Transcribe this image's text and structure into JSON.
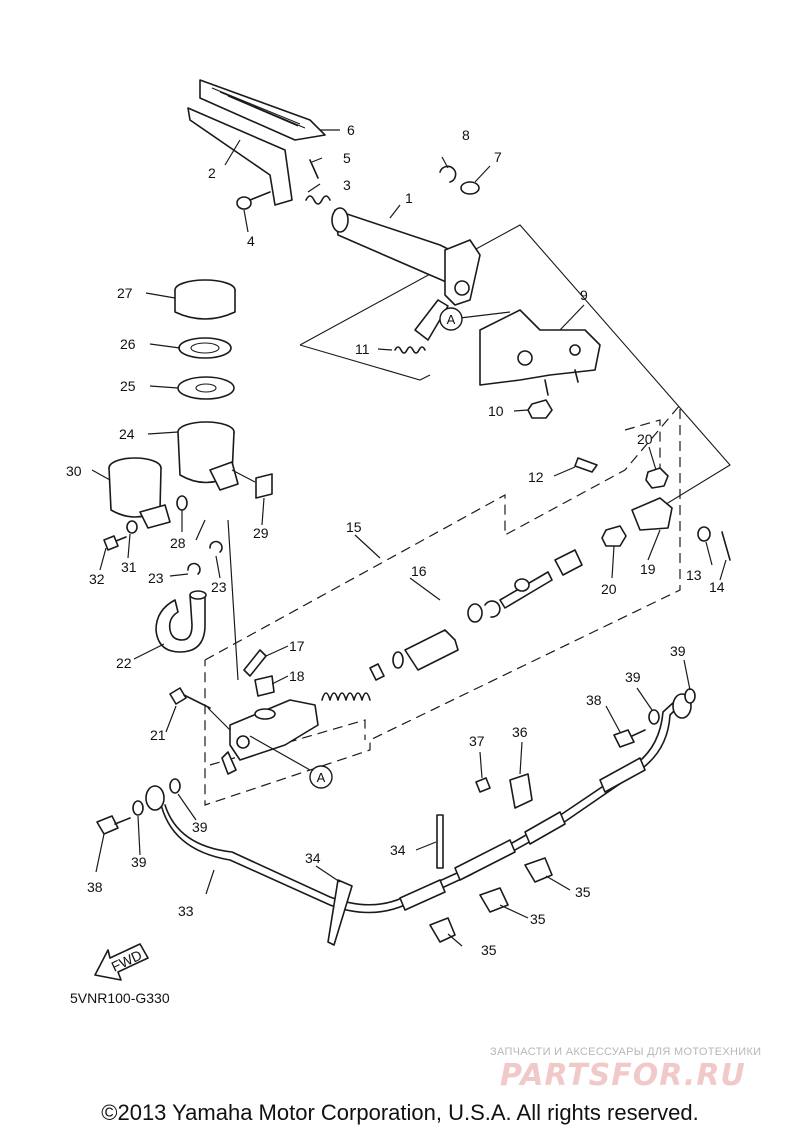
{
  "diagram": {
    "callouts": {
      "c1": "1",
      "c2": "2",
      "c3": "3",
      "c4": "4",
      "c5": "5",
      "c6": "6",
      "c7": "7",
      "c8": "8",
      "c9": "9",
      "c10": "10",
      "c11": "11",
      "c12": "12",
      "c13": "13",
      "c14": "14",
      "c15": "15",
      "c16": "16",
      "c17": "17",
      "c18": "18",
      "c19": "19",
      "c20a": "20",
      "c20b": "20",
      "c21": "21",
      "c22": "22",
      "c23a": "23",
      "c23b": "23",
      "c24": "24",
      "c25": "25",
      "c26": "26",
      "c27": "27",
      "c28": "28",
      "c29": "29",
      "c30": "30",
      "c31": "31",
      "c32": "32",
      "c33": "33",
      "c34a": "34",
      "c34b": "34",
      "c35a": "35",
      "c35b": "35",
      "c35c": "35",
      "c36": "36",
      "c37": "37",
      "c38a": "38",
      "c38b": "38",
      "c39a": "39",
      "c39b": "39",
      "c39c": "39",
      "c39d": "39"
    },
    "reference_marks": {
      "ref_a1": "A",
      "ref_a2": "A"
    },
    "fwd_label": "FWD",
    "diagram_code": "5VNR100-G330"
  },
  "watermark": {
    "tagline": "ЗАПЧАСТИ И АКСЕССУАРЫ ДЛЯ МОТОТЕХНИКИ",
    "brand": "PARTSFOR.RU"
  },
  "footer": {
    "copyright": "©2013 Yamaha Motor Corporation, U.S.A. All rights reserved."
  }
}
